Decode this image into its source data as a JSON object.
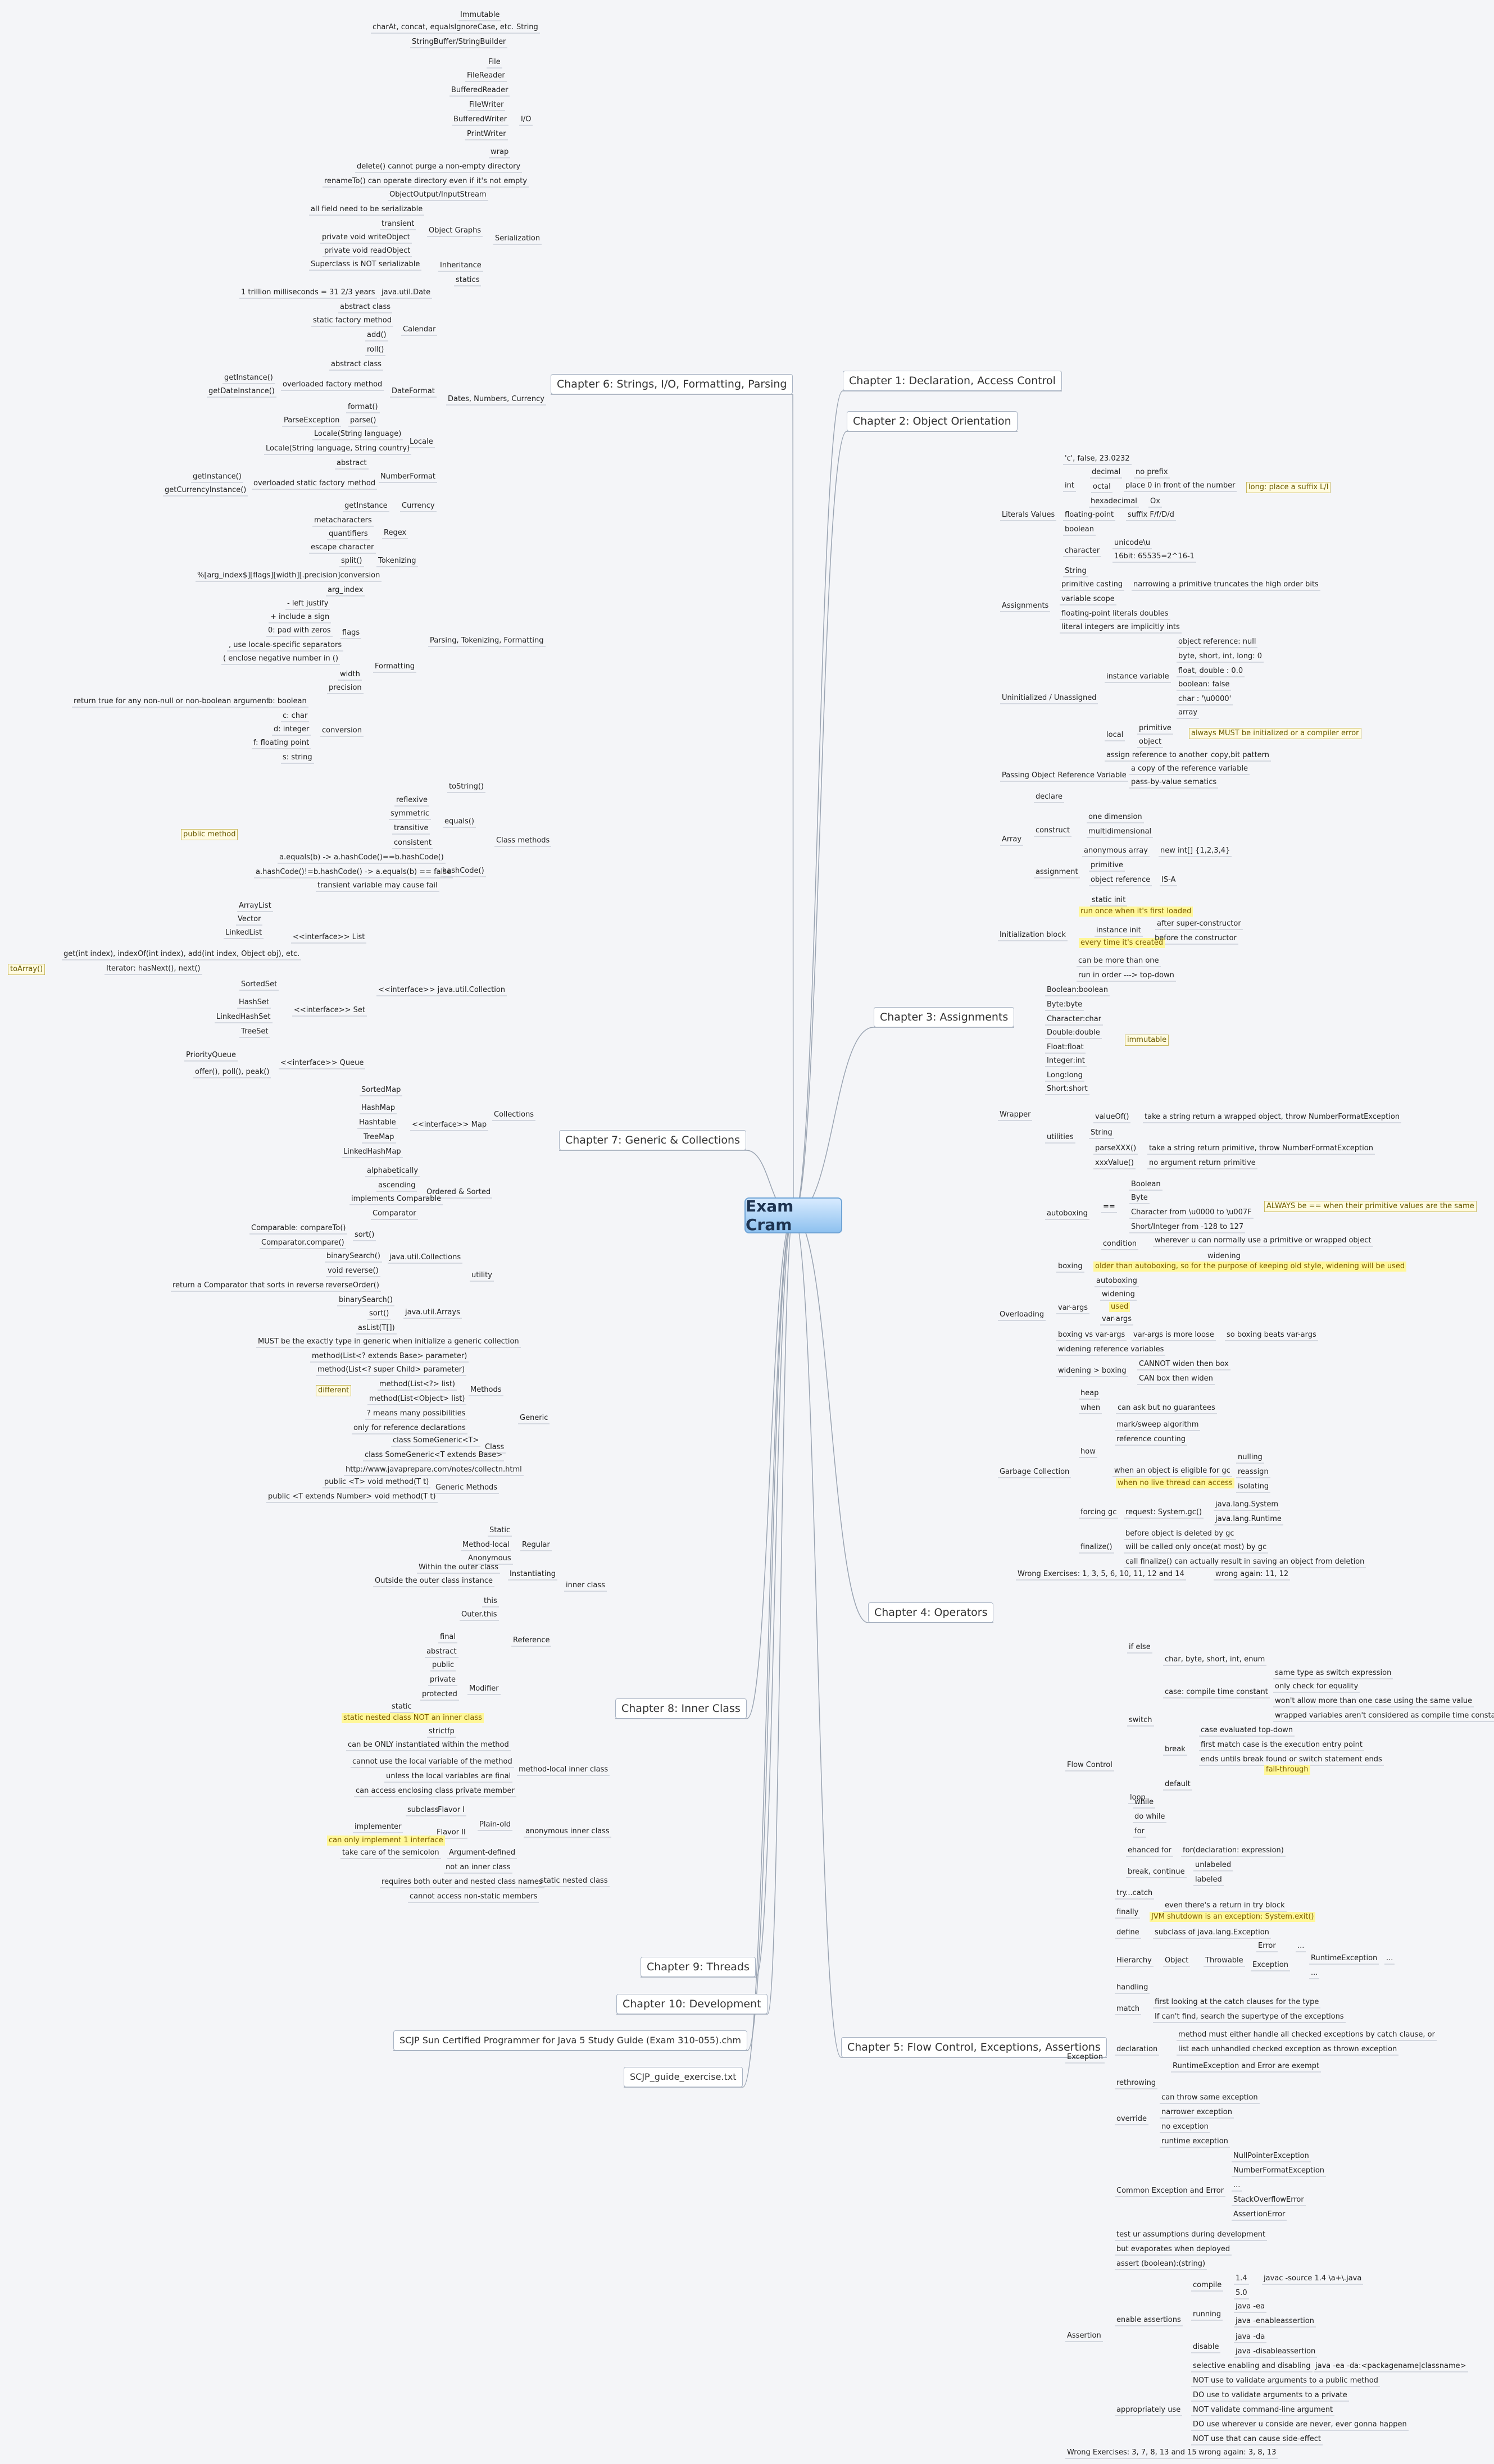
{
  "center": "Exam Cram",
  "branches": [
    {
      "label": "Chapter 1: Declaration, Access Control"
    },
    {
      "label": "Chapter 2: Object Orientation"
    },
    {
      "label": "Chapter 3: Assignments"
    },
    {
      "label": "Chapter 4: Operators"
    },
    {
      "label": "Chapter 5: Flow Control, Exceptions, Assertions"
    },
    {
      "label": "Chapter 6: Strings, I/O, Formatting, Parsing"
    },
    {
      "label": "Chapter 7: Generic & Collections"
    },
    {
      "label": "Chapter 8: Inner Class"
    },
    {
      "label": "Chapter 9: Threads"
    },
    {
      "label": "Chapter 10: Development"
    },
    {
      "label": "SCJP Sun Certified Programmer for Java 5 Study Guide (Exam 310-055).chm"
    },
    {
      "label": "SCJP_guide_exercise.txt"
    }
  ],
  "ch6": {
    "string": "String",
    "immutable": "Immutable",
    "charat": "charAt, concat, equalsIgnoreCase, etc.",
    "sb": "StringBuffer/StringBuilder",
    "io": "I/O",
    "file": "File",
    "filereader": "FileReader",
    "bufferedreader": "BufferedReader",
    "filewriter": "FileWriter",
    "bufferedwriter": "BufferedWriter",
    "printwriter": "PrintWriter",
    "wrap": "wrap",
    "delete": "delete() cannot purge a non-empty directory",
    "rename": "renameTo() can operate directory even if it's not empty",
    "serialization": "Serialization",
    "oos": "ObjectOutput/InputStream",
    "allfield": "all field need to be serializable",
    "objgraphs": "Object Graphs",
    "transient": "transient",
    "pvwrite": "private void writeObject",
    "pvread": "private void readObject",
    "inheritance": "Inheritance",
    "superclass": "Superclass is NOT serializable",
    "statics": "statics",
    "dates": "Dates, Numbers, Currency",
    "trillion": "1 trillion milliseconds = 31 2/3 years",
    "javadate": "java.util.Date",
    "calendar": "Calendar",
    "abstract": "abstract class",
    "staticfactory": "static factory method",
    "add": "add()",
    "roll": "roll()",
    "dateformat": "DateFormat",
    "getinstance": "getInstance()",
    "getdateinstance": "getDateInstance()",
    "overloaded": "overloaded factory method",
    "format": "format()",
    "parse": "parse()",
    "parseexception": "ParseException",
    "locale": "Locale",
    "localestr": "Locale(String language)",
    "localestr2": "Locale(String language, String country)",
    "numberformat": "NumberFormat",
    "abstract2": "abstract",
    "getinstance2": "getInstance()",
    "getcurrencyinstance": "getCurrencyInstance()",
    "overloadedstatic": "overloaded static factory method",
    "currency": "Currency",
    "getinstance3": "getInstance",
    "parsing": "Parsing, Tokenizing, Formatting",
    "regex": "Regex",
    "metachars": "metacharacters",
    "quantifiers": "quantifiers",
    "escape": "escape character",
    "tokenizing": "Tokenizing",
    "split": "split()",
    "formatting": "Formatting",
    "fmtspec": "%[arg_index$][flags][width][.precision]conversion",
    "argindex": "arg_index",
    "flags": "flags",
    "leftjust": "- left justify",
    "plus": "+ include a sign",
    "zero": "0: pad with zeros",
    "comma": ", use locale-specific separators",
    "paren": "( enclose negative number in ()",
    "width": "width",
    "precision": "precision",
    "conversion": "conversion",
    "bbool": "b: boolean",
    "cchar": "c: char",
    "dint": "d: integer",
    "ffloat": "f: floating point",
    "sstring": "s: string",
    "returntrue": "return true for any non-null or non-boolean argument"
  },
  "ch7": {
    "classmethods": "Class methods",
    "tostring": "toString()",
    "equals": "equals()",
    "reflexive": "reflexive",
    "symmetric": "symmetric",
    "transitive": "transitive",
    "consistent": "consistent",
    "hashcode": "hashCode()",
    "eq1": "a.equals(b) -> a.hashCode()==b.hashCode()",
    "eq2": "a.hashCode()!=b.hashCode() -> a.equals(b) == false",
    "transientvar": "transient variable may cause fail",
    "publicmethod": "public method",
    "collections": "Collections",
    "utilcoll": "<<interface>> java.util.Collection",
    "list": "<<interface>> List",
    "arraylist": "ArrayList",
    "vector": "Vector",
    "linkedlist": "LinkedList",
    "get": "get(int index), indexOf(int index), add(int index, Object obj), etc.",
    "iterator": "Iterator: hasNext(), next()",
    "toarray": "toArray()",
    "set": "<<interface>> Set",
    "sortedset": "SortedSet",
    "hashset": "HashSet",
    "linkedhashset": "LinkedHashSet",
    "treeset": "TreeSet",
    "queue": "<<interface>> Queue",
    "pq": "PriorityQueue",
    "offer": "offer(), poll(), peak()",
    "map": "<<interface>> Map",
    "sortedmap": "SortedMap",
    "hashmap": "HashMap",
    "hashtable": "Hashtable",
    "treemap": "TreeMap",
    "linkedhashmap": "LinkedHashMap",
    "ordered": "Ordered & Sorted",
    "alphabet": "alphabetically",
    "ascending": "ascending",
    "implcomp": "implements Comparable",
    "comparator": "Comparator",
    "utility": "utility",
    "comparable": "Comparable: compareTo()",
    "comparatorc": "Comparator.compare()",
    "utilcollections": "java.util.Collections",
    "sort": "sort()",
    "binarysearch": "binarySearch()",
    "reverse": "void reverse()",
    "reverseorder": "reverseOrder()",
    "returncomp": "return a Comparator that sorts in reverse",
    "utilarrays": "java.util.Arrays",
    "binarysearch2": "binarySearch()",
    "sort2": "sort()",
    "aslist": "asList(T[])",
    "generic": "Generic",
    "mustbe": "MUST be the exactly type in generic when initialize a generic collection",
    "methods": "Methods",
    "m1": "method(List<? extends Base> parameter)",
    "m2": "method(List<? super Child> parameter)",
    "m3": "method(List<?> list)",
    "m4": "method(List<Object> list)",
    "different": "different",
    "qmark": "? means many possibilities",
    "onlyfor": "only for reference declarations",
    "class": "Class",
    "cls1": "class SomeGeneric<T>",
    "cls2": "class SomeGeneric<T extends Base>",
    "url": "http://www.javaprepare.com/notes/collectn.html",
    "genmethods": "Generic Methods",
    "gm1": "public <T> void method(T t)",
    "gm2": "public <T extends Number> void method(T t)"
  },
  "ch8": {
    "innerclass": "inner class",
    "regular": "Regular",
    "static": "Static",
    "methodlocal": "Method-local",
    "anonymous": "Anonymous",
    "instantiating": "Instantiating",
    "within": "Within the outer class",
    "outside": "Outside the outer class instance",
    "reference": "Reference",
    "this": "this",
    "outerthis": "Outer.this",
    "modifier": "Modifier",
    "final": "final",
    "abstract": "abstract",
    "public": "public",
    "private": "private",
    "protected": "protected",
    "static2": "static",
    "staticnote": "static nested class NOT an inner class",
    "strictfp": "strictfp",
    "mlic": "method-local inner class",
    "mlic1": "can be ONLY instantiated within the method",
    "mlic2": "cannot use the local variable of the method",
    "mlic3": "unless the local variables are final",
    "mlic4": "can access enclosing class private member",
    "aic": "anonymous inner class",
    "plainold": "Plain-old",
    "subclass": "subclass",
    "flavor1": "Flavor I",
    "implementer": "implementer",
    "flavor2": "Flavor II",
    "canonly": "can only implement 1 interface",
    "argdef": "Argument-defined",
    "semicolon": "take care of the semicolon",
    "snc": "static nested class",
    "notinner": "not an inner class",
    "requires": "requires both outer and nested class names",
    "cannotaccess": "cannot access non-static members"
  },
  "ch3": {
    "literals": "Literals Values",
    "lit1": "'c', false, 23.0232",
    "int": "int",
    "decimal": "decimal",
    "noprefix": "no prefix",
    "octal": "octal",
    "place0": "place 0 in front of the number",
    "hex": "hexadecimal",
    "ox": "Ox",
    "longnote": "long: place a suffix L/l",
    "fp": "floating-point",
    "suffix": "suffix F/f/D/d",
    "boolean": "boolean",
    "character": "character",
    "unicode": "unicode\\u",
    "sixteen": "16bit: 65535=2^16-1",
    "string": "String",
    "assignments": "Assignments",
    "primcast": "primitive casting",
    "narrowing": "narrowing a primitive truncates the high order bits",
    "varscope": "variable scope",
    "fpdouble": "floating-point literals doubles",
    "literalint": "literal integers are implicitly ints",
    "uninit": "Uninitialized / Unassigned",
    "instvar": "instance variable",
    "objref": "object reference: null",
    "byteshort": "byte, short, int, long: 0",
    "floatdouble": "float, double : 0.0",
    "booleanfalse": "boolean: false",
    "charu": "char : '\\u0000'",
    "array": "array",
    "local": "local",
    "primitive": "primitive",
    "object": "object",
    "mustinit": "always MUST be initialized or a compiler error",
    "assignref": "assign reference to another",
    "copybit": "copy,bit pattern",
    "passing": "Passing Object Reference Variable",
    "copyref": "a copy of the reference variable",
    "passvalue": "pass-by-value sematics",
    "arr": "Array",
    "declare": "declare",
    "construct": "construct",
    "onedim": "one dimension",
    "multidim": "multidimensional",
    "anonarr": "anonymous array",
    "newint": "new int[] {1,2,3,4}",
    "assignment": "assignment",
    "primitive2": "primitive",
    "objectref": "object reference",
    "isa": "IS-A",
    "initblock": "Initialization block",
    "staticinit": "static init",
    "runonce": "run once when it's first loaded",
    "instinit": "instance init",
    "aftersuper": "after super-constructor",
    "everytime": "every time it's created",
    "beforecons": "before the constructor",
    "canbemore": "can be more than one",
    "runinorder": "run in order ---> top-down",
    "wrapper": "Wrapper",
    "bb": "Boolean:boolean",
    "byteb": "Byte:byte",
    "charc": "Character:char",
    "doubled": "Double:double",
    "floatf": "Float:float",
    "inti": "Integer:int",
    "longl": "Long:long",
    "shorts": "Short:short",
    "immut": "immutable",
    "utilities": "utilities",
    "valueof": "valueOf()",
    "valueofdesc": "take a string return a wrapped object, throw NumberFormatException",
    "string2": "String",
    "parsexxx": "parseXXX()",
    "parsedesc": "take a string return primitive, throw NumberFormatException",
    "xxxvalue": "xxxValue()",
    "xxxdesc": "no argument return primitive",
    "autoboxing": "autoboxing",
    "eqeq": "==",
    "boolean2": "Boolean",
    "byte2": "Byte",
    "charrange": "Character from \\u0000 to \\u007F",
    "shortint": "Short/Integer from -128 to 127",
    "alwaysfalse": "ALWAYS be == when their primitive values are the same",
    "condition": "condition",
    "wherever": "wherever u can normally use a primitive or wrapped object",
    "overloading": "Overloading",
    "widening": "widening",
    "boxing": "boxing",
    "olderthan": "older than autoboxing, so for the purpose of keeping old style, widening will be used",
    "autoboxing2": "autoboxing",
    "varargs": "var-args",
    "widening2": "widening",
    "used": "used",
    "varargs2": "var-args",
    "boxvsvar": "boxing vs var-args",
    "varloose": "var-args is more loose",
    "boxbeats": "so boxing beats var-args",
    "widenref": "widening reference variables",
    "widenbox": "widening > boxing",
    "cannotwiden": "CANNOT widen then box",
    "canbox": "CAN box then widen",
    "gc": "Garbage Collection",
    "heap": "heap",
    "when": "when",
    "noguarantee": "can ask but no guarantees",
    "how": "how",
    "marksweep": "mark/sweep algorithm",
    "refcount": "reference counting",
    "eligible": "when an object is eligible for gc",
    "nolive": "when no live thread can access",
    "nulling": "nulling",
    "reassign": "reassign",
    "isolating": "isolating",
    "forcinggc": "forcing gc",
    "request": "request: System.gc()",
    "langsystem": "java.lang.System",
    "langruntime": "java.lang.Runtime",
    "finalize": "finalize()",
    "beforedel": "before object is deleted by gc",
    "calledonce": "will be called only once(at most) by gc",
    "callfinal": "call finalize() can actually result in saving an object from deletion",
    "wrongex": "Wrong Exercises: 1, 3, 5, 6, 10, 11, 12 and 14",
    "wrongagain": "wrong again: 11, 12"
  },
  "ch5": {
    "flowcontrol": "Flow Control",
    "ifelse": "if else",
    "switch": "switch",
    "charbyte": "char, byte, short, int, enum",
    "casecompile": "case: compile time constant",
    "sametype": "same type as switch expression",
    "onlycheck": "only check for equality",
    "wontallow": "won't allow more than one case using the same value",
    "wrapped": "wrapped variables aren't considered as compile time constant",
    "break": "break",
    "caseeval": "case evaluated top-down",
    "firstmatch": "first match case is the execution entry point",
    "endsuntil": "ends untils break found or switch statement ends",
    "default": "default",
    "fallthrough": "fall-through",
    "loop": "loop",
    "while": "while",
    "dowhile": "do while",
    "for": "for",
    "enhanced": "ehanced for",
    "forsyntax": "for(declaration: expression)",
    "breakcontinue": "break, continue",
    "unlabeled": "unlabeled",
    "labeled": "labeled",
    "exception": "Exception",
    "trycatch": "try...catch",
    "finally": "finally",
    "evenreturn": "even there's a return in try block",
    "jvmshutdown": "JVM shutdown is an exception: System.exit()",
    "define": "define",
    "subclassexc": "subclass of java.lang.Exception",
    "hierarchy": "Hierarchy",
    "object": "Object",
    "throwable": "Throwable",
    "error": "Error",
    "exc": "Exception",
    "runtimeexc": "RuntimeException",
    "dots": "...",
    "handling": "handling",
    "match": "match",
    "firstlooking": "first looking at the catch clauses for the type",
    "ifcant": "If can't find, search the supertype of the exceptions",
    "declaration": "declaration",
    "mustfurther": "method must either handle all checked exceptions by catch clause, or",
    "listunhandled": "list each unhandled checked exception as thrown exception",
    "runtimeexempt": "RuntimeException and Error are exempt",
    "rethrowing": "rethrowing",
    "override": "override",
    "samethrow": "can throw same exception",
    "narrower": "narrower exception",
    "noexc": "no exception",
    "runtimeexc2": "runtime exception",
    "common": "Common Exception and Error",
    "npe": "NullPointerException",
    "nfe": "NumberFormatException",
    "dots2": "...",
    "soe": "StackOverflowError",
    "ae": "AssertionError",
    "assertion": "Assertion",
    "testur": "test ur assumptions during development",
    "butevap": "but evaporates when deployed",
    "assertbool": "assert (boolean):(string)",
    "enableasserts": "enable assertions",
    "compile": "compile",
    "v14": "1.4",
    "javacsrc": "javac -source 1.4 \\a+\\.java",
    "v50": "5.0",
    "running": "running",
    "javaea": "java -ea",
    "javaenable": "java -enableassertion",
    "disable": "disable",
    "javada": "java -da",
    "javadisable": "java -disableassertion",
    "selective": "selective enabling and disabling",
    "javaeada": "java -ea -da:<packagename|classname>",
    "approp": "appropriately use",
    "notuse1": "NOT use to validate arguments to a public method",
    "douse1": "DO use to validate arguments to a private",
    "notvalidate": "NOT validate command-line argument",
    "douse2": "DO use wherever u conside are never, ever gonna happen",
    "notuse2": "NOT use that can cause side-effect",
    "wrongex5": "Wrong Exercises: 3, 7, 8, 13 and 15",
    "wrongagain5": "wrong again: 3, 8, 13"
  }
}
